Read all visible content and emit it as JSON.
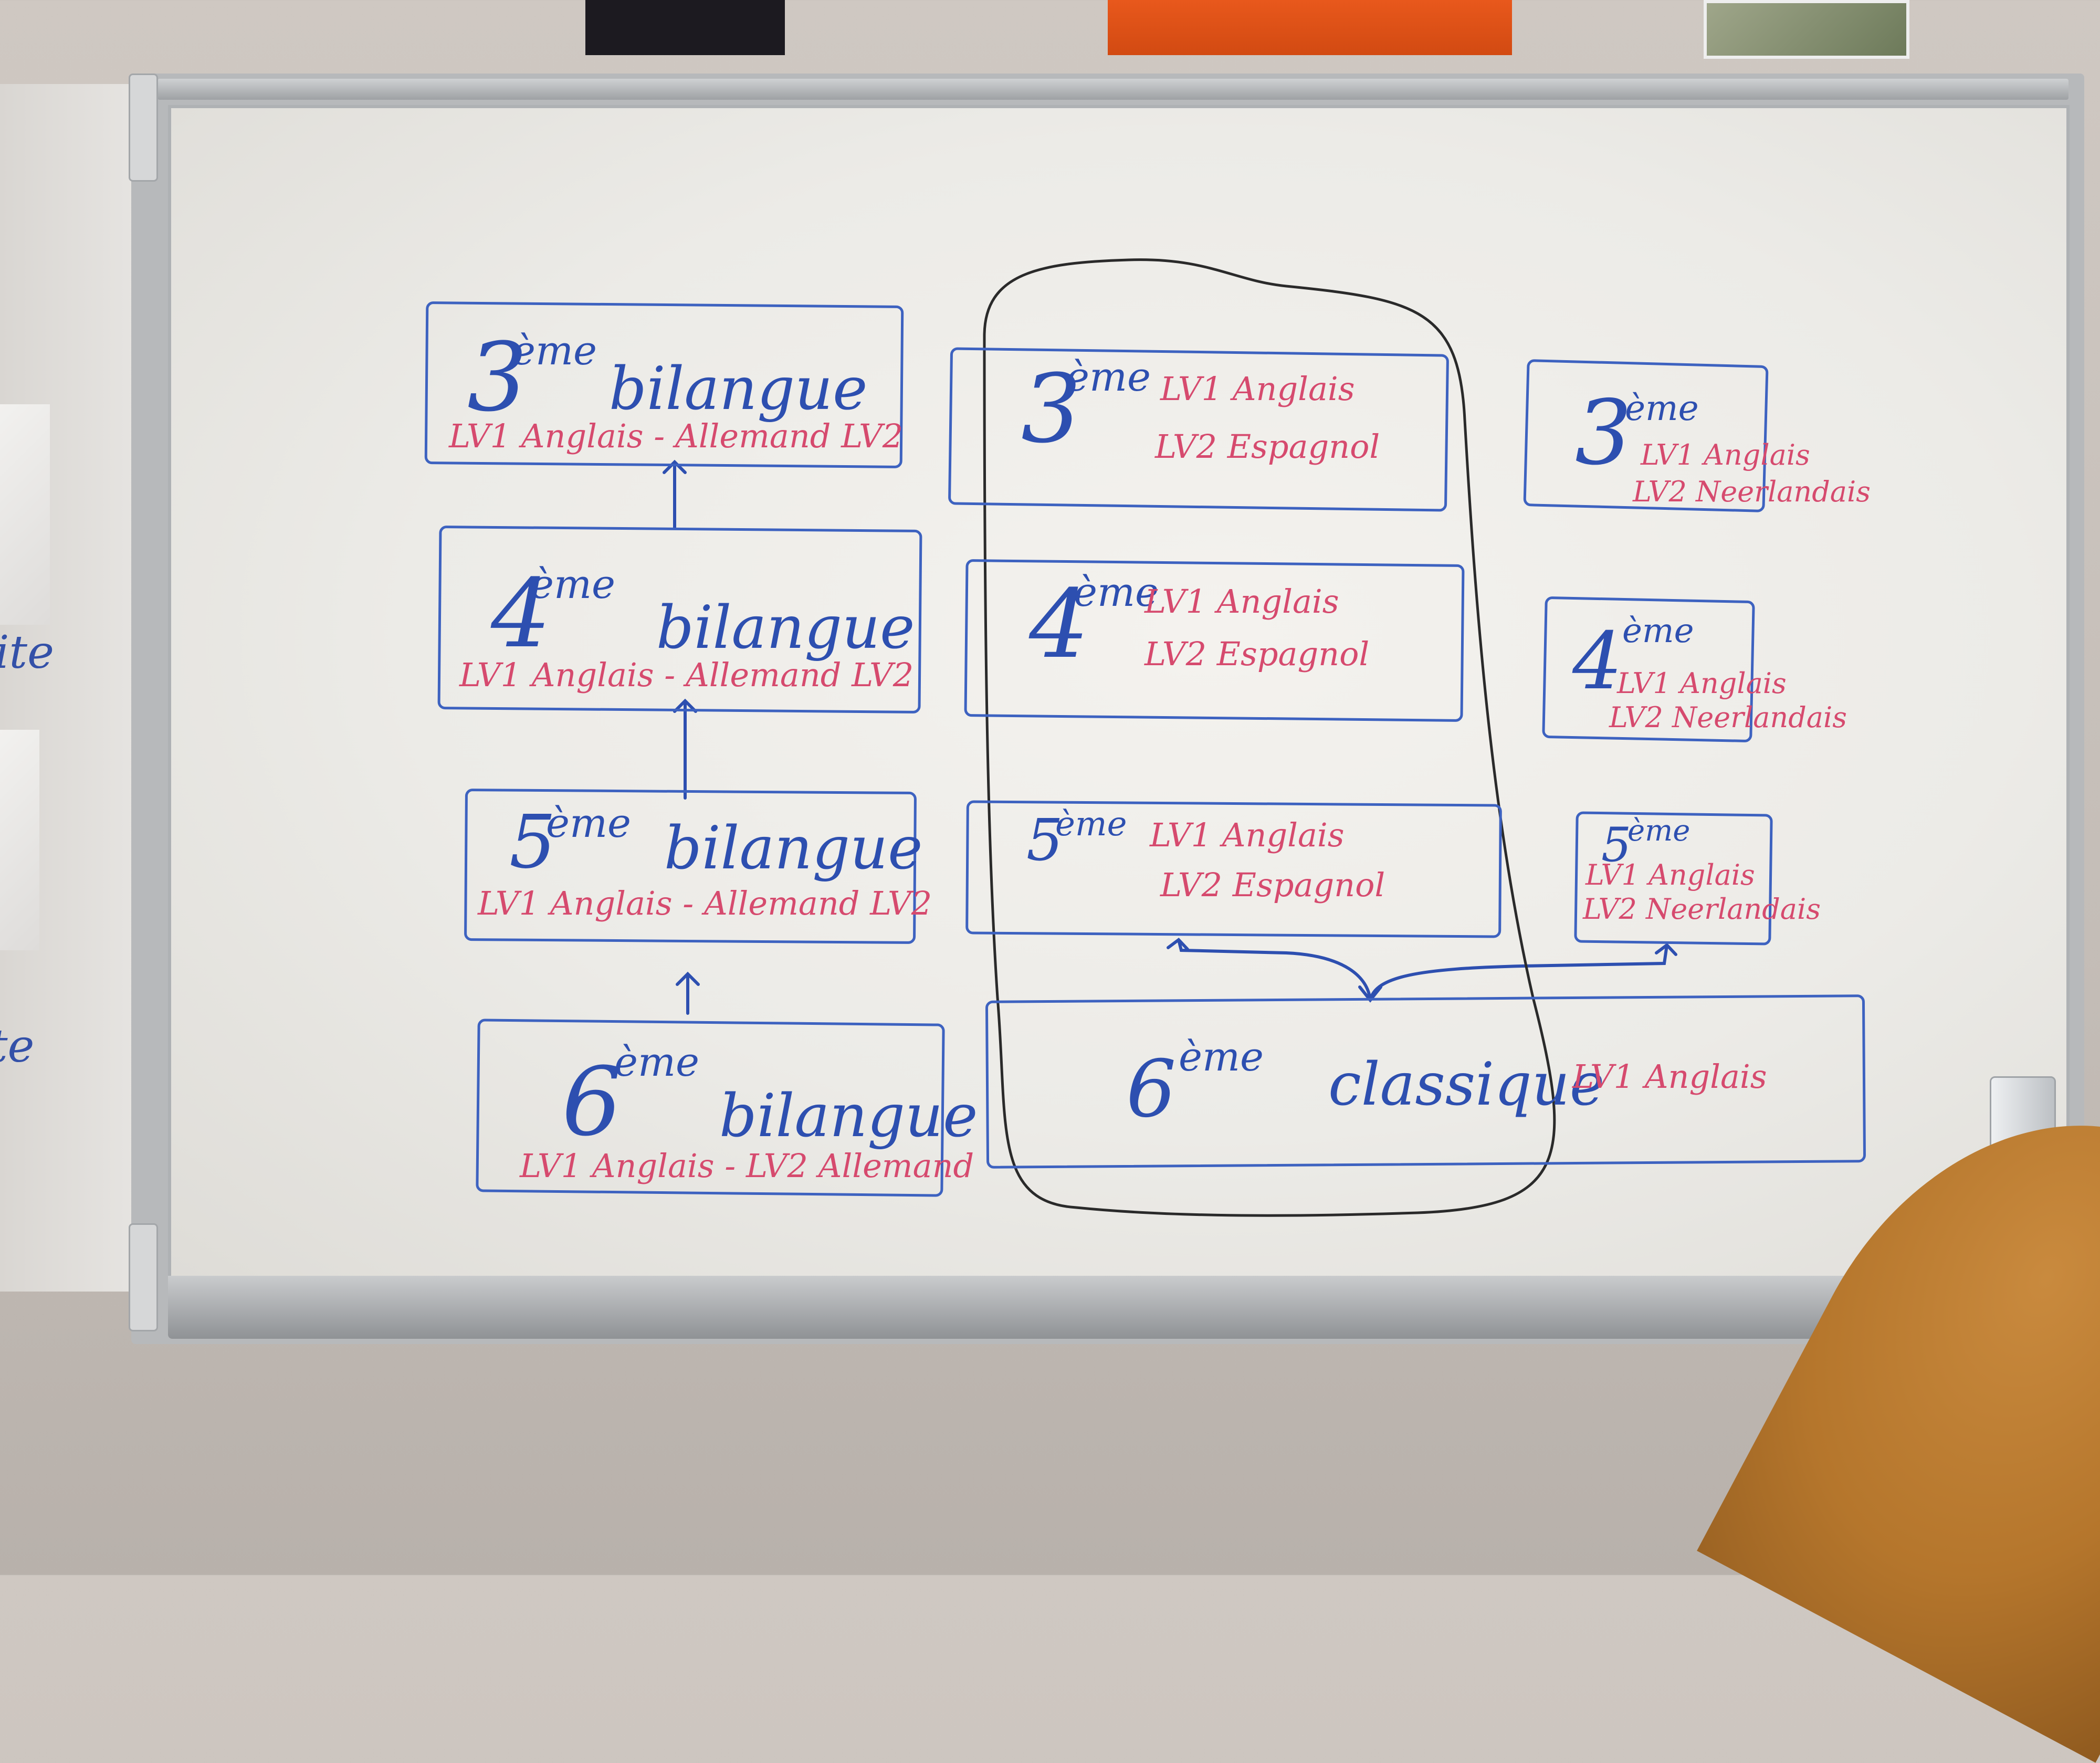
{
  "whiteboard": {
    "bilingual_track": {
      "levels": [
        {
          "grade": "3",
          "sup": "ème",
          "label": "bilangue",
          "langs": "LV1 Anglais - Allemand LV2"
        },
        {
          "grade": "4",
          "sup": "ème",
          "label": "bilangue",
          "langs": "LV1 Anglais - Allemand LV2"
        },
        {
          "grade": "5",
          "sup": "ème",
          "label": "bilangue",
          "langs": "LV1 Anglais - Allemand LV2"
        },
        {
          "grade": "6",
          "sup": "ème",
          "label": "bilangue",
          "langs": "LV1 Anglais - LV2 Allemand"
        }
      ]
    },
    "spanish_track": {
      "levels": [
        {
          "grade": "3",
          "sup": "ème",
          "lv1": "LV1 Anglais",
          "lv2": "LV2 Espagnol"
        },
        {
          "grade": "4",
          "sup": "ème",
          "lv1": "LV1 Anglais",
          "lv2": "LV2 Espagnol"
        },
        {
          "grade": "5",
          "sup": "ème",
          "lv1": "LV1 Anglais",
          "lv2": "LV2 Espagnol"
        }
      ]
    },
    "dutch_track": {
      "levels": [
        {
          "grade": "3",
          "sup": "ème",
          "lv1": "LV1 Anglais",
          "lv2": "LV2 Neerlandais"
        },
        {
          "grade": "4",
          "sup": "ème",
          "lv1": "LV1 Anglais",
          "lv2": "LV2 Neerlandais"
        },
        {
          "grade": "5",
          "sup": "ème",
          "lv1": "LV1 Anglais",
          "lv2": "LV2 Neerlandais"
        }
      ]
    },
    "classic": {
      "grade": "6",
      "sup": "ème",
      "label": "classique",
      "langs": "LV1 Anglais"
    },
    "colors": {
      "blue_ink": "#2d4fb0",
      "red_ink": "#d64a6e",
      "black_ink": "#2a2a2a"
    }
  },
  "left_board_fragments": [
    "ite",
    "te"
  ]
}
